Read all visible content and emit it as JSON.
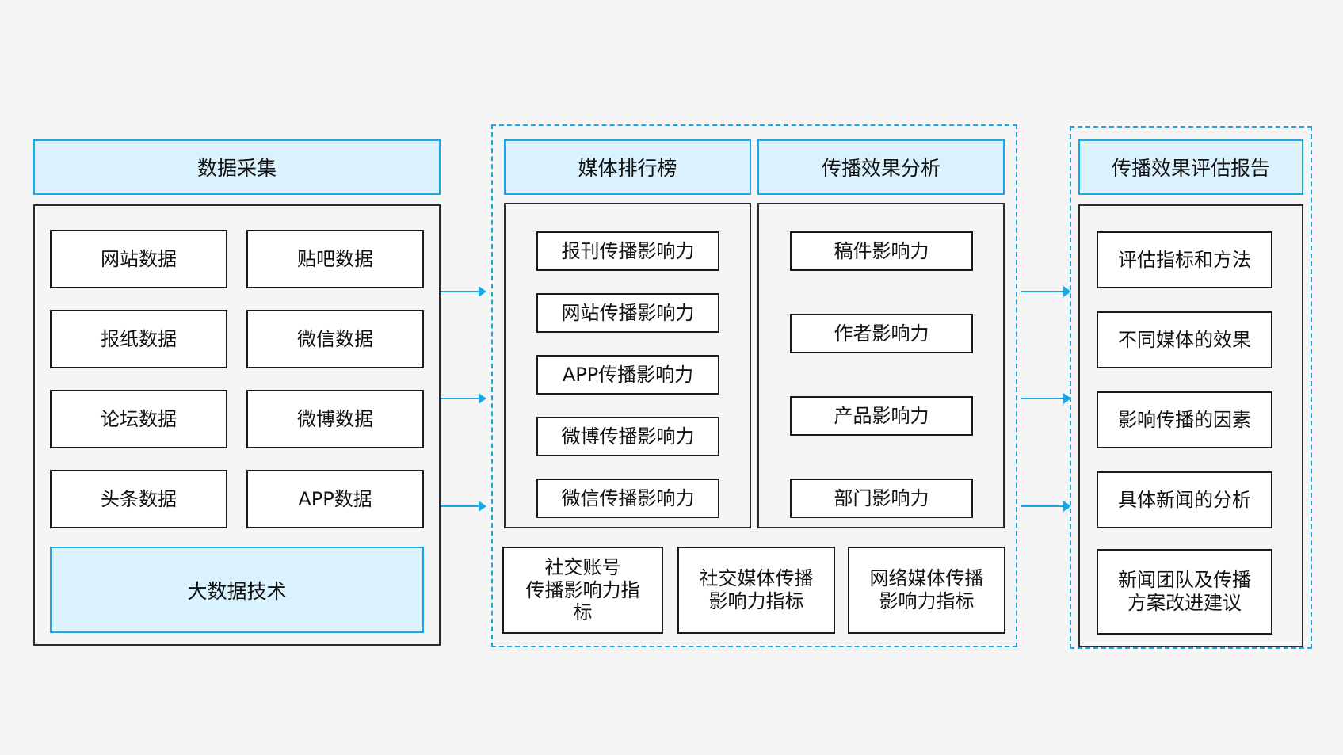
{
  "collection": {
    "title": "数据采集",
    "items": [
      "网站数据",
      "贴吧数据",
      "报纸数据",
      "微信数据",
      "论坛数据",
      "微博数据",
      "头条数据",
      "APP数据"
    ],
    "tech": "大数据技术"
  },
  "media_ranking": {
    "title": "媒体排行榜",
    "items": [
      "报刊传播影响力",
      "网站传播影响力",
      "APP传播影响力",
      "微博传播影响力",
      "微信传播影响力"
    ]
  },
  "effect_analysis": {
    "title": "传播效果分析",
    "items": [
      "稿件影响力",
      "作者影响力",
      "产品影响力",
      "部门影响力"
    ]
  },
  "indicators": [
    "社交账号\n传播影响力指\n标",
    "社交媒体传播\n影响力指标",
    "网络媒体传播\n影响力指标"
  ],
  "report": {
    "title": "传播效果评估报告",
    "items": [
      "评估指标和方法",
      "不同媒体的效果",
      "影响传播的因素",
      "具体新闻的分析",
      "新闻团队及传播\n方案改进建议"
    ]
  },
  "colors": {
    "accent": "#1ba7e6",
    "header_fill": "#d9f2fd",
    "border": "#1a1a1a"
  }
}
